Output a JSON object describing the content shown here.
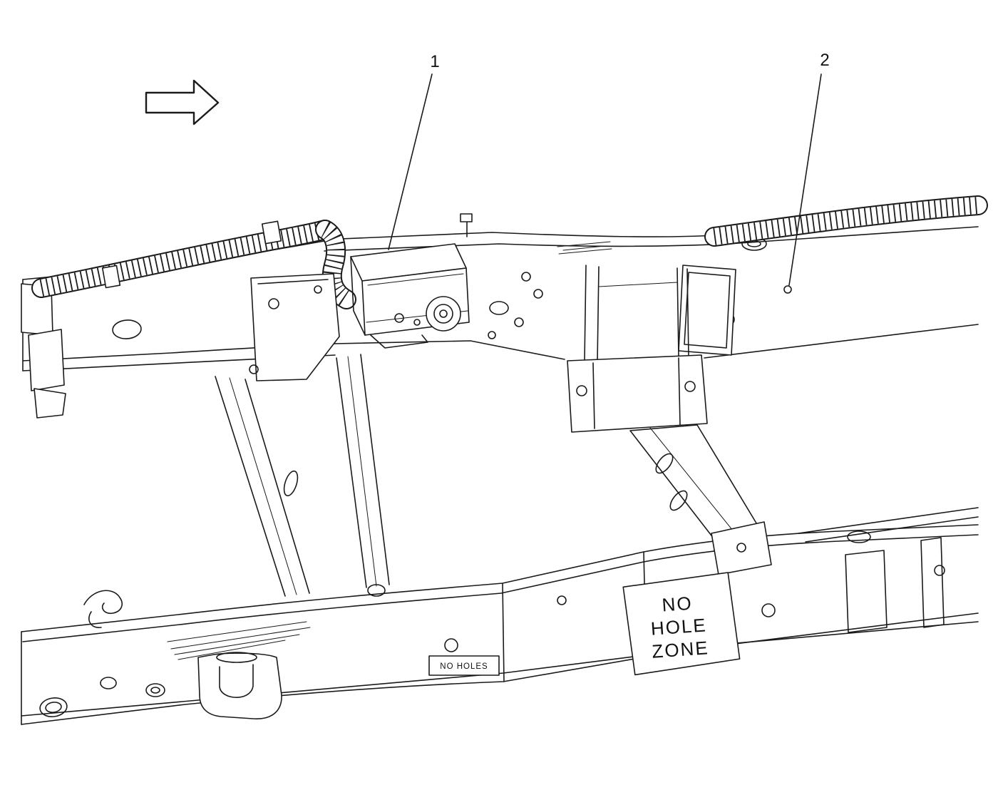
{
  "diagram": {
    "type": "technical-illustration",
    "subject": "vehicle-frame-line-drawing",
    "direction_arrow": "right",
    "callouts": [
      {
        "number": "1"
      },
      {
        "number": "2"
      }
    ],
    "labels": {
      "no_hole_zone": {
        "lines": [
          "NO",
          "HOLE",
          "ZONE"
        ]
      },
      "no_holes": "NO HOLES"
    },
    "colors": {
      "line": "#1a1a1a",
      "background": "#ffffff"
    }
  }
}
